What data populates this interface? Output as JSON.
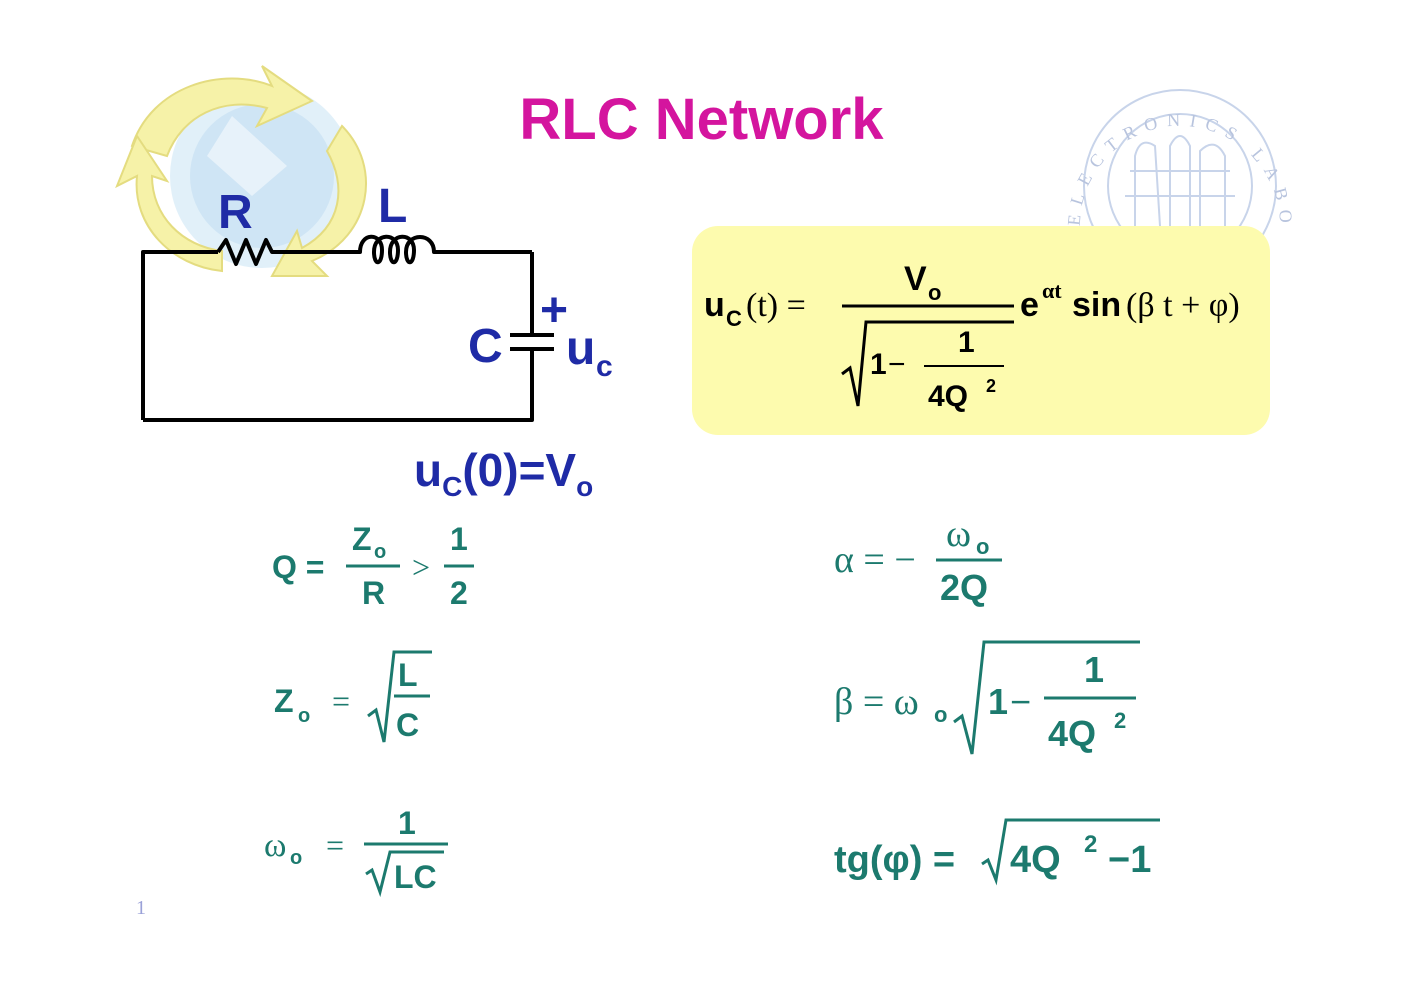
{
  "title": "RLC Network",
  "colors": {
    "title": "#D4159E",
    "circuit_label": "#1F2BA6",
    "formula": "#1C7A6E",
    "box_formula": "#000000",
    "box_background": "#FDFBAE"
  },
  "logo": {
    "seal_text": "ELECTRONICS LABORA",
    "icon": "globe-arrows-icon"
  },
  "circuit": {
    "resistor_label": "R",
    "inductor_label": "L",
    "capacitor_label": "C",
    "polarity": "+",
    "voltage_label": "u",
    "voltage_subscript": "c",
    "initial_condition": {
      "lhs": "u",
      "lhs_sub": "C",
      "arg": "(0)=V",
      "rhs_sub": "o"
    }
  },
  "boxed_formula": {
    "lhs": "u",
    "lhs_sub": "C",
    "lhs_arg": "(t) =",
    "numerator": "V",
    "numerator_sub": "o",
    "root_one": "1",
    "root_minus": "−",
    "root_num": "1",
    "root_den": "4Q",
    "root_den_exp": "2",
    "exp_base": "e",
    "exp_power": "αt",
    "sin": "sin",
    "sin_arg": "(β t + φ)"
  },
  "formulas": {
    "q": {
      "lhs": "Q =",
      "num": "Z",
      "num_sub": "o",
      "den": "R",
      "rel": ">",
      "num2": "1",
      "den2": "2"
    },
    "z0": {
      "lhs": "Z",
      "lhs_sub": "o",
      "eq": "=",
      "num": "L",
      "den": "C"
    },
    "w0": {
      "lhs": "ω",
      "lhs_sub": "o",
      "eq": "=",
      "num": "1",
      "den": "LC"
    },
    "alpha": {
      "lhs": "α = −",
      "num": "ω",
      "num_sub": "o",
      "den": "2Q"
    },
    "beta": {
      "lhs": "β = ω",
      "lhs_sub": "o",
      "one": "1",
      "minus": "−",
      "num": "1",
      "den": "4Q",
      "den_exp": "2"
    },
    "tg": {
      "lhs": "tg(φ) =",
      "body": "4Q",
      "exp": "2",
      "tail": "−1"
    }
  },
  "page_number": "1"
}
